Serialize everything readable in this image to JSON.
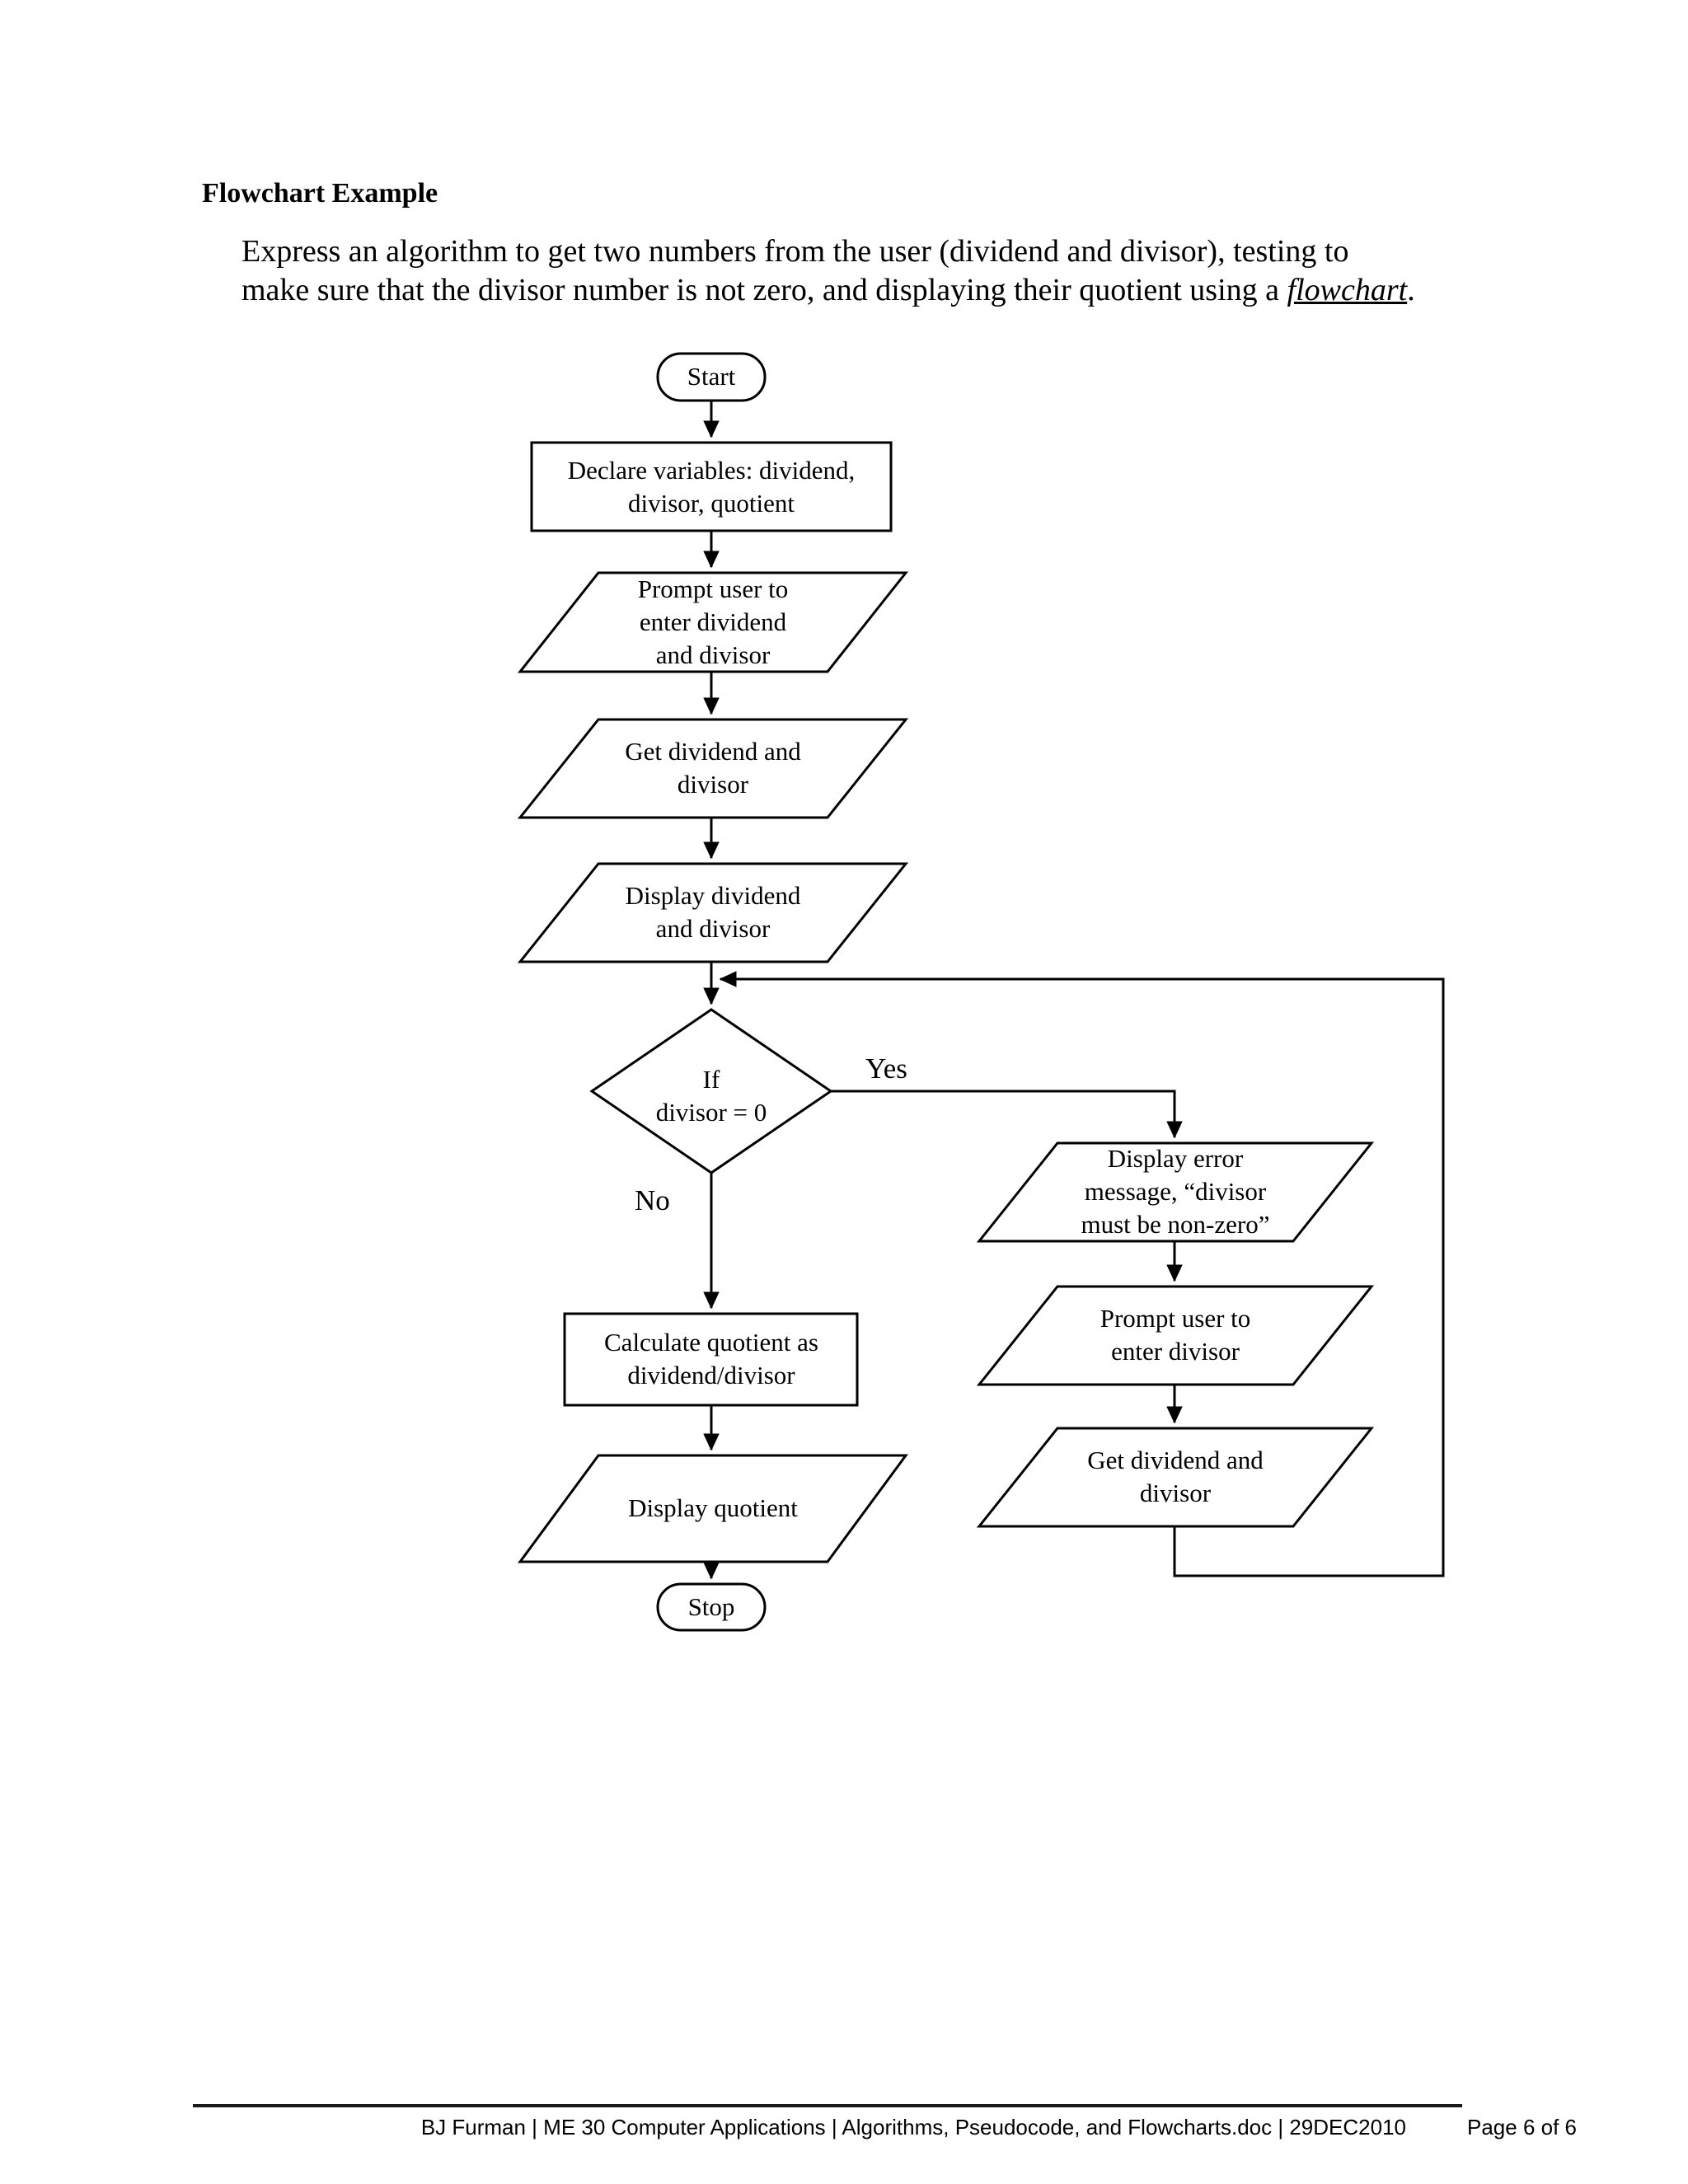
{
  "page": {
    "title": "Flowchart Example",
    "paragraph": {
      "before": "Express an algorithm to get two numbers from the user (dividend and divisor), testing to\nmake sure that the divisor number is not zero, and displaying their quotient using a ",
      "emphasized": "flowchart",
      "after": "."
    }
  },
  "flowchart": {
    "nodes": {
      "start": "Start",
      "declare": "Declare variables: dividend,\ndivisor, quotient",
      "prompt_dividend_divisor": "Prompt user to\nenter dividend\nand divisor",
      "get_dividend_divisor": "Get dividend and\ndivisor",
      "display_dividend_divisor": "Display dividend\nand divisor",
      "decision": "If\ndivisor = 0",
      "display_error": "Display error\nmessage, “divisor\nmust be non-zero”",
      "prompt_divisor": "Prompt user to\nenter divisor",
      "get_dividend_divisor_2": "Get dividend and\ndivisor",
      "calculate": "Calculate quotient as\ndividend/divisor",
      "display_quotient": "Display quotient",
      "stop": "Stop"
    },
    "branches": {
      "yes": "Yes",
      "no": "No"
    },
    "line_color": "#000000"
  },
  "footer": {
    "left": "BJ Furman | ME 30 Computer Applications | Algorithms, Pseudocode, and Flowcharts.doc | 29DEC2010",
    "page": "Page 6 of 6"
  }
}
